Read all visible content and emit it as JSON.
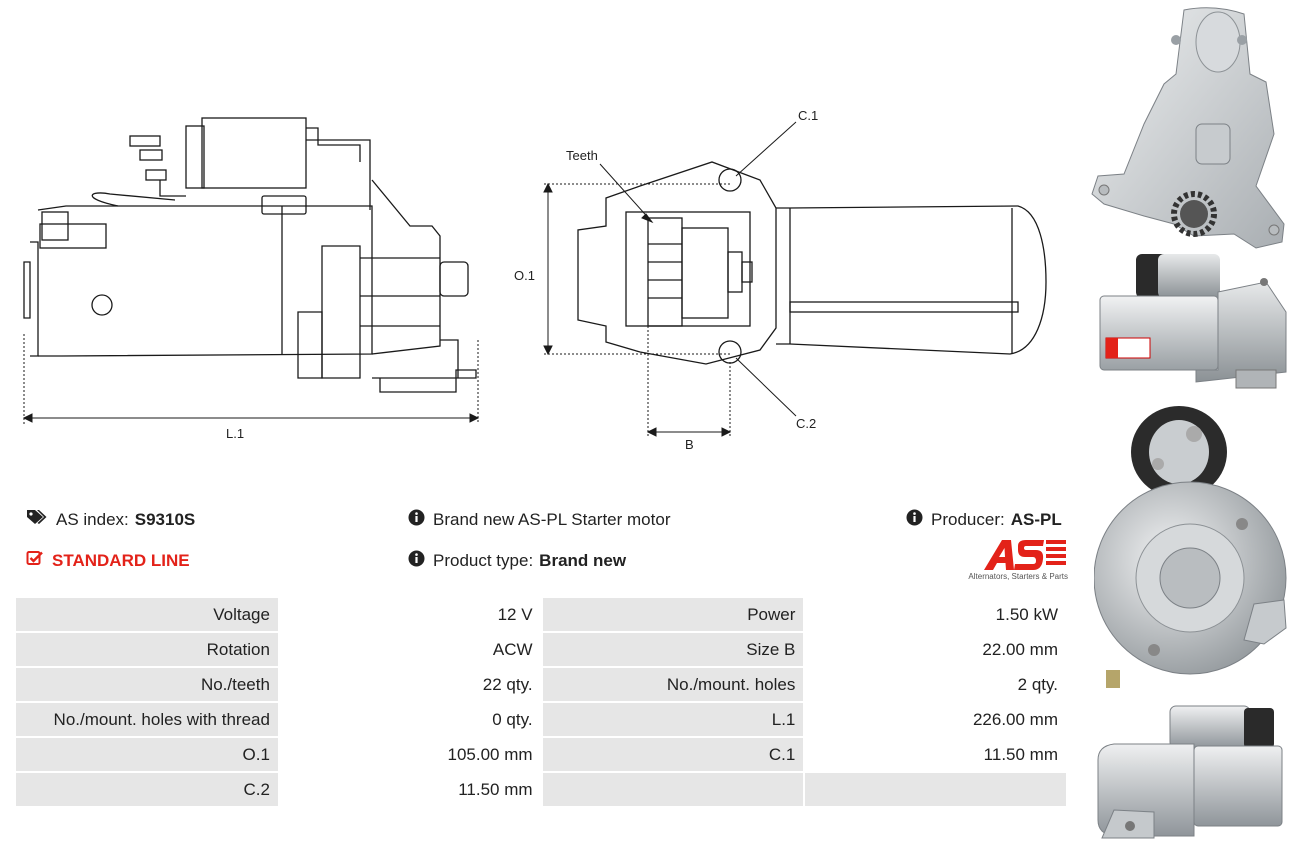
{
  "diagram_labels": {
    "l1": "L.1",
    "o1": "O.1",
    "b": "B",
    "c1": "C.1",
    "c2": "C.2",
    "teeth": "Teeth"
  },
  "info": {
    "as_index_label": "AS index:",
    "as_index_value": "S9310S",
    "line": "STANDARD LINE",
    "description": "Brand new AS-PL Starter motor",
    "product_type_label": "Product type:",
    "product_type_value": "Brand new",
    "producer_label": "Producer:",
    "producer_value": "AS-PL"
  },
  "logo": {
    "mark": "AS",
    "tagline": "Alternators, Starters & Parts",
    "color": "#e32219"
  },
  "specs": [
    [
      "Voltage",
      "12 V",
      "Power",
      "1.50 kW"
    ],
    [
      "Rotation",
      "ACW",
      "Size B",
      "22.00 mm"
    ],
    [
      "No./teeth",
      "22 qty.",
      "No./mount. holes",
      "2 qty."
    ],
    [
      "No./mount. holes with thread",
      "0 qty.",
      "L.1",
      "226.00 mm"
    ],
    [
      "O.1",
      "105.00 mm",
      "C.1",
      "11.50 mm"
    ],
    [
      "C.2",
      "11.50 mm",
      "",
      ""
    ]
  ],
  "icons": {
    "tags": "tags-icon",
    "check": "check-square-icon",
    "info": "info-circle-icon"
  }
}
